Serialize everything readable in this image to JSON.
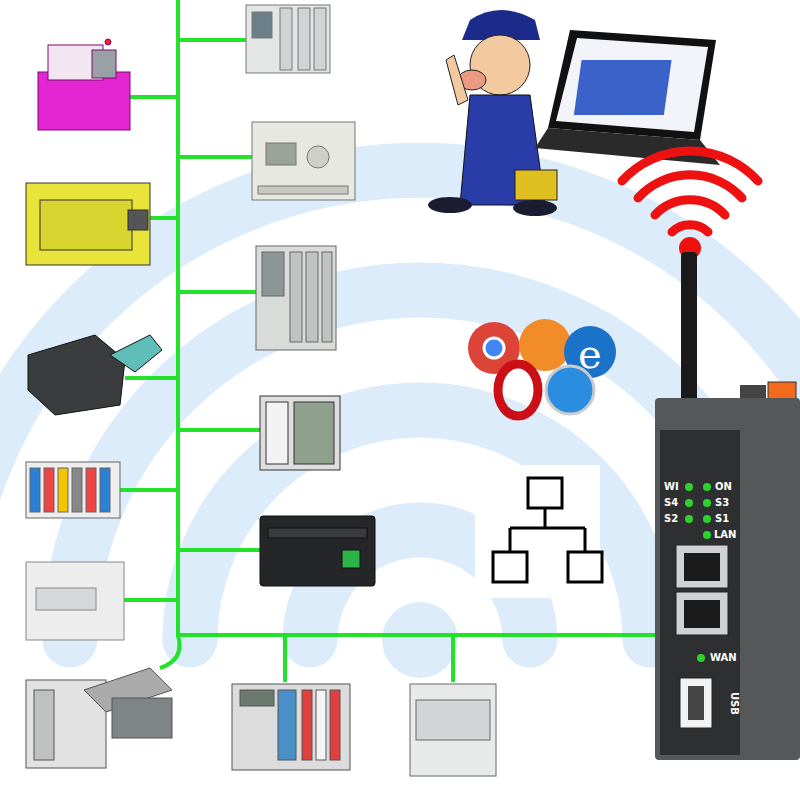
{
  "diagram": {
    "labels": [
      "WI",
      "ON",
      "S4",
      "S3",
      "S2",
      "S1",
      "LAN",
      "WAN",
      "USB"
    ]
  }
}
